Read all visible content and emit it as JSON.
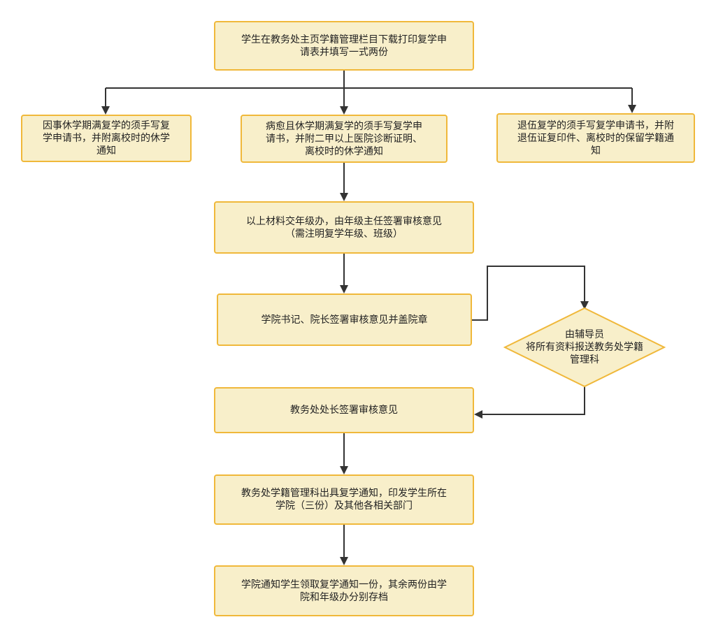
{
  "colors": {
    "node_fill": "#f8efca",
    "node_border": "#f0b83a",
    "edge": "#333333"
  },
  "nodes": {
    "start": "学生在教务处主页学籍管理栏目下载打印复学申\n请表并填写一式两份",
    "left": "因事休学期满复学的须手写复\n学申请书，并附离校时的休学\n通知",
    "middle": "病愈且休学期满复学的须手写复学申\n请书，并附二甲以上医院诊断证明、\n离校时的休学通知",
    "right": "退伍复学的须手写复学申请书，并附\n退伍证复印件、离校时的保留学籍通\n知",
    "grade": "以上材料交年级办，由年级主任签署审核意见\n（需注明复学年级、班级）",
    "college": "学院书记、院长签署审核意见并盖院章",
    "counselor": "由辅导员\n将所有资料报送教务处学籍\n管理科",
    "director": "教务处处长签署审核意见",
    "notice": "教务处学籍管理科出具复学通知，印发学生所在\n学院（三份）及其他各相关部门",
    "archive": "学院通知学生领取复学通知一份，其余两份由学\n院和年级办分别存档"
  }
}
